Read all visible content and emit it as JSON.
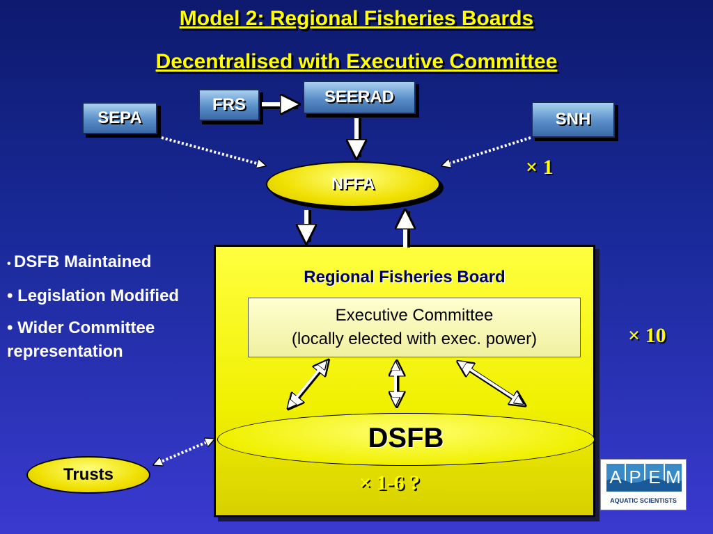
{
  "title_line1": "Model 2: Regional Fisheries  Boards",
  "title_line2": "Decentralised with Executive Committee",
  "nodes": {
    "frs": "FRS",
    "seerad": "SEERAD",
    "sepa": "SEPA",
    "snh": "SNH",
    "nffa": "NFFA",
    "trusts": "Trusts",
    "dsfb": "DSFB"
  },
  "board": {
    "title": "Regional Fisheries Board",
    "exec_line1": "Executive Committee",
    "exec_line2": "(locally elected with exec. power)"
  },
  "multipliers": {
    "nffa": "× 1",
    "board": "× 10",
    "dsfb": "× 1-6 ?"
  },
  "bullets": [
    "DSFB Maintained",
    "Legislation Modified",
    "Wider Committee representation"
  ],
  "logo": {
    "letters": [
      "A",
      "P",
      "E",
      "M"
    ],
    "subtitle": "AQUATIC SCIENTISTS"
  },
  "colors": {
    "title": "#ffff00",
    "box_blue": "#5a8ec8",
    "ellipse_yellow": "#f0e000"
  }
}
